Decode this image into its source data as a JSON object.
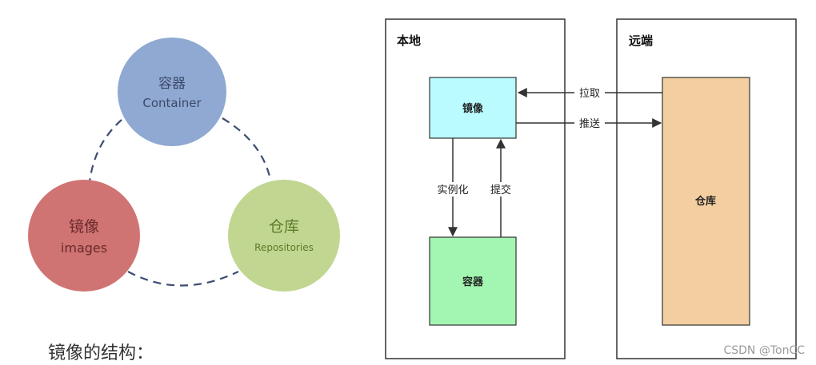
{
  "cycle": {
    "container": {
      "title": "容器",
      "subtitle": "Container",
      "color": "#8fa9d2"
    },
    "images": {
      "title": "镜像",
      "subtitle": "images",
      "color": "#cf7473"
    },
    "repos": {
      "title": "仓库",
      "subtitle": "Repositories",
      "color": "#c1d690"
    },
    "link_color": "#3c4c72"
  },
  "flow": {
    "local": {
      "label": "本地",
      "image_box": {
        "label": "镜像",
        "color": "#b9fbfe"
      },
      "container_box": {
        "label": "容器",
        "color": "#a2f6b1"
      },
      "instantiate_label": "实例化",
      "commit_label": "提交"
    },
    "remote": {
      "label": "远端",
      "repo_box": {
        "label": "仓库",
        "color": "#f3cea0"
      }
    },
    "pull_label": "拉取",
    "push_label": "推送"
  },
  "caption": "镜像的结构：",
  "watermark": "CSDN @TonCC"
}
